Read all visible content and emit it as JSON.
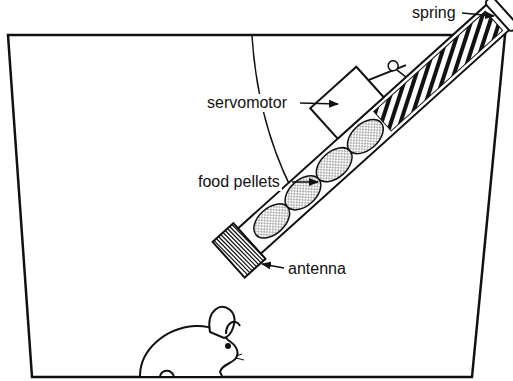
{
  "diagram": {
    "labels": [
      "spring",
      "servomotor",
      "food pellets",
      "antenna"
    ]
  }
}
